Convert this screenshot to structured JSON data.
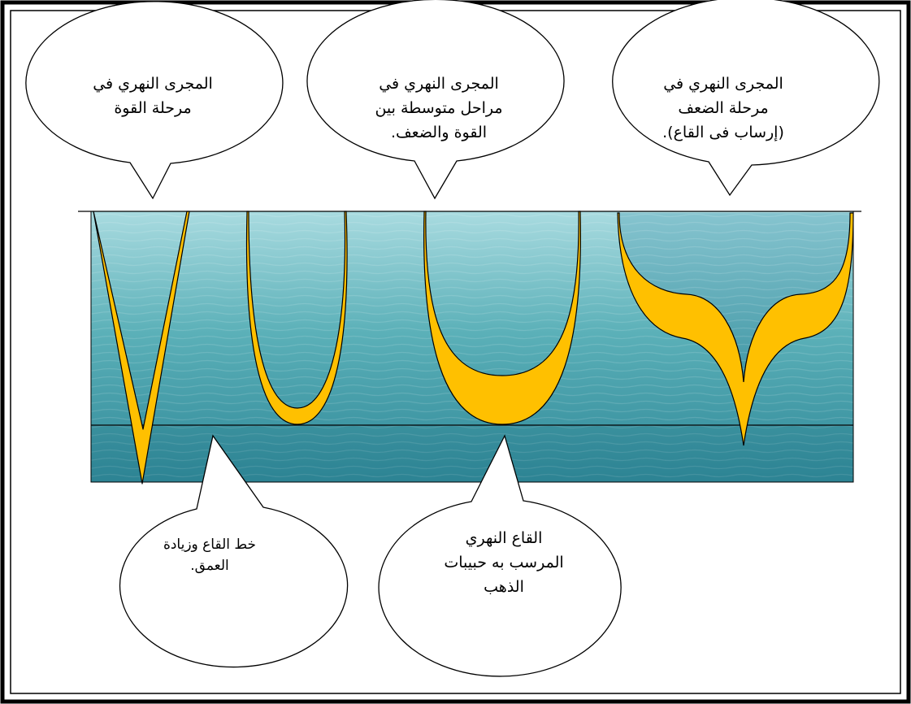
{
  "callouts": {
    "strong_stage": {
      "line1": "المجرى النهري في",
      "line2": "مرحلة القوة"
    },
    "intermediate_stage": {
      "line1": "المجرى النهري في",
      "line2": "مراحل متوسطة بين",
      "line3": "القوة والضعف."
    },
    "weak_stage": {
      "line1": "المجرى النهري في",
      "line2": "مرحلة الضعف",
      "line3": "(إرساب فى القاع)."
    },
    "bed_line": {
      "line1": "خط القاع وزيادة",
      "line2": "العمق."
    },
    "gold_bed": {
      "line1": "القاع النهري",
      "line2": "المرسب به حبيبات",
      "line3": "الذهب"
    }
  },
  "colors": {
    "water_top": "#bfe6ea",
    "water_mid": "#5fb3bb",
    "water_bottom": "#2e8797",
    "sediment": "#ffc000",
    "outline": "#000000"
  }
}
